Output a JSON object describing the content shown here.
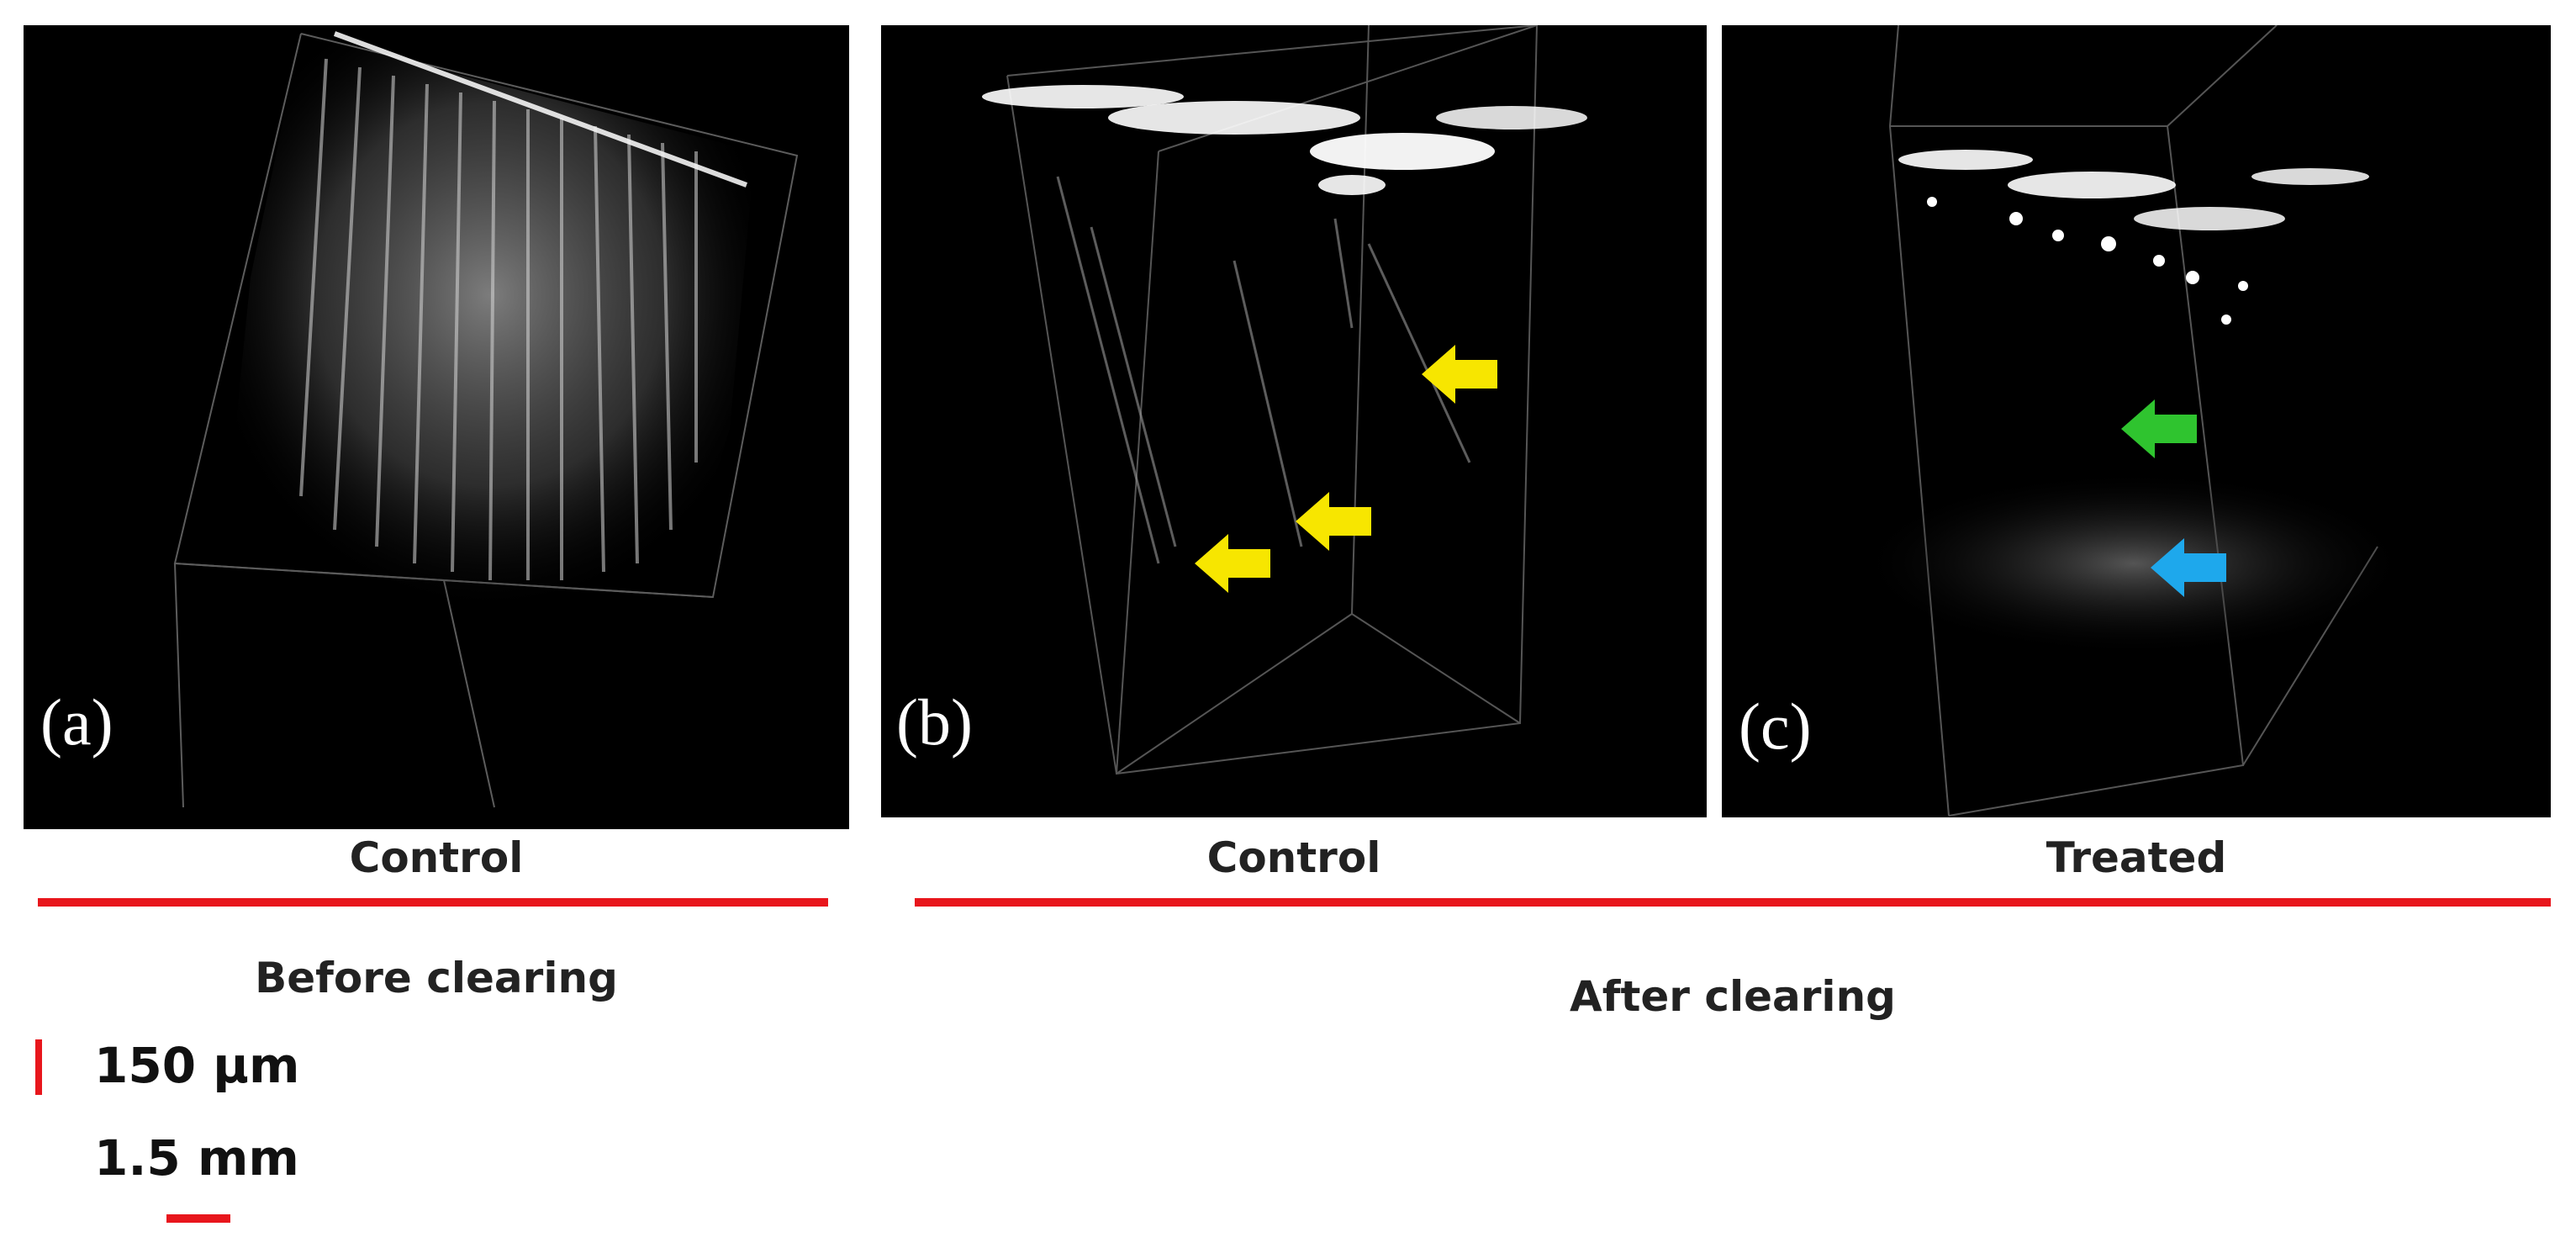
{
  "panels": [
    {
      "id": "a",
      "label": "(a)",
      "caption": "Control"
    },
    {
      "id": "b",
      "label": "(b)",
      "caption": "Control"
    },
    {
      "id": "c",
      "label": "(c)",
      "caption": "Treated"
    }
  ],
  "groups": {
    "before": "Before clearing",
    "after": "After clearing"
  },
  "scale": {
    "vertical": "150 μm",
    "horizontal": "1.5 mm"
  },
  "colors": {
    "scale_red": "#e8161c",
    "arrow_yellow": "#f7e600",
    "arrow_green": "#2fc42f",
    "arrow_blue": "#1ea8ec"
  },
  "arrows": [
    {
      "panel": "b",
      "color": "yellow",
      "direction": "left"
    },
    {
      "panel": "b",
      "color": "yellow",
      "direction": "left"
    },
    {
      "panel": "b",
      "color": "yellow",
      "direction": "left"
    },
    {
      "panel": "c",
      "color": "green",
      "direction": "left"
    },
    {
      "panel": "c",
      "color": "blue",
      "direction": "left"
    }
  ]
}
